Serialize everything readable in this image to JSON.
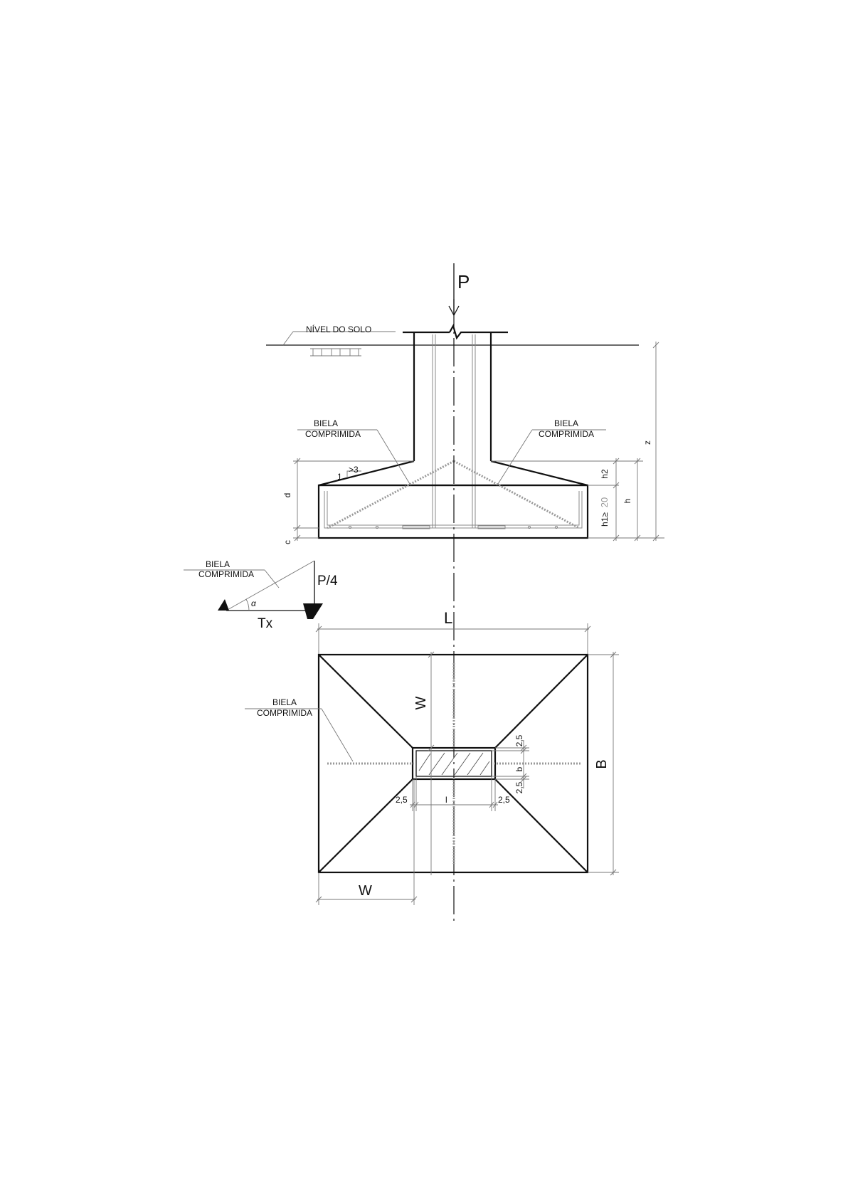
{
  "labels": {
    "load": "P",
    "ground_level": "NÍVEL DO SOLO",
    "biela_line1": "BIELA",
    "biela_line2": "COMPRIMIDA",
    "slope_1": "1",
    "slope_3": ">3",
    "dim_z": "z",
    "dim_d": "d",
    "dim_c": "c",
    "dim_h": "h",
    "dim_h2": "h2",
    "dim_h1": "h1≥",
    "dim_h1_value": "20",
    "force_vertical": "P/4",
    "force_horizontal": "Tx",
    "angle": "α",
    "dim_L": "L",
    "dim_B": "B",
    "dim_W": "W",
    "dim_l": "l",
    "dim_b": "b",
    "dim_25": "2,5"
  },
  "colors": {
    "line": "#111111",
    "secondary": "#777777",
    "rebar": "#888888",
    "background": "#ffffff"
  }
}
